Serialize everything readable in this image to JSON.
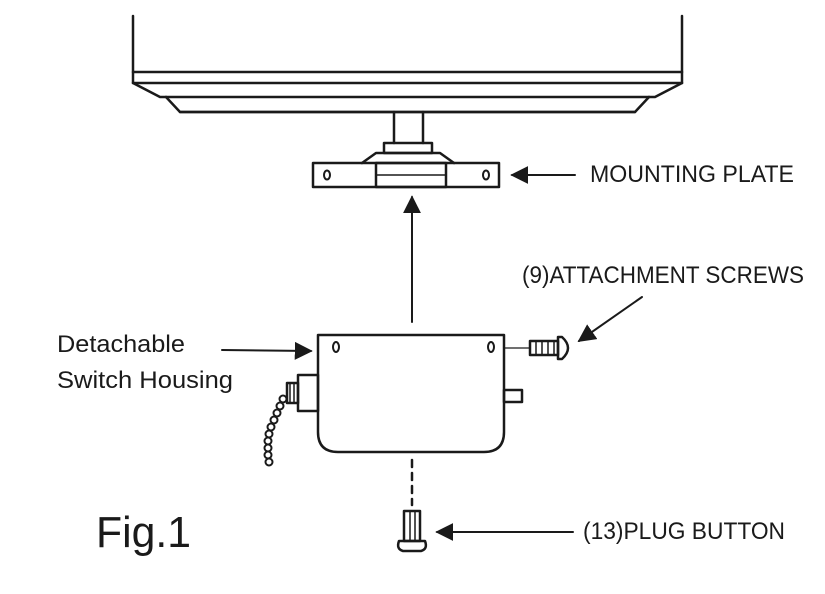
{
  "figure_label": "Fig.1",
  "labels": {
    "mounting_plate": "MOUNTING PLATE",
    "attachment_screws": "(9)ATTACHMENT SCREWS",
    "switch_housing_line1": "Detachable",
    "switch_housing_line2": "Switch Housing",
    "plug_button": "(13)PLUG BUTTON"
  },
  "colors": {
    "stroke": "#1a1a1a",
    "background": "#ffffff"
  }
}
